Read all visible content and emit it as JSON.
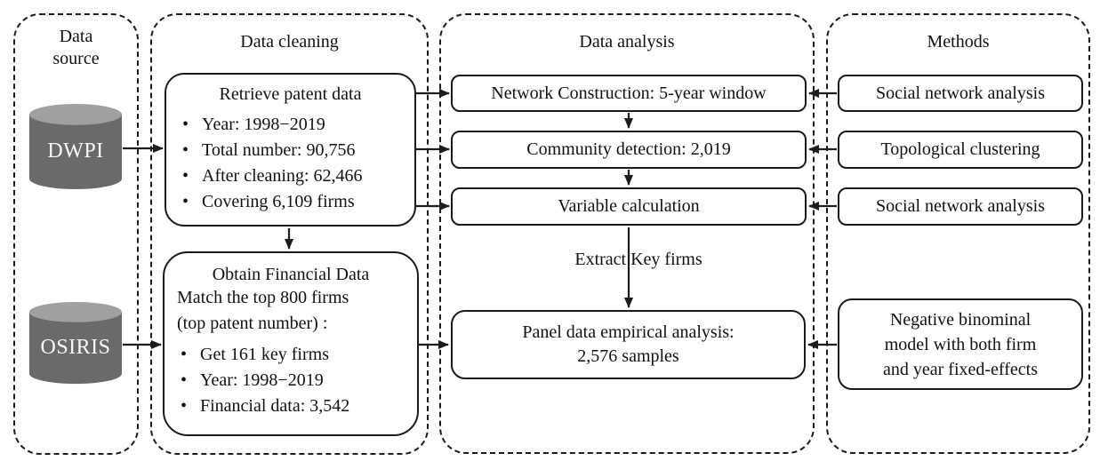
{
  "colors": {
    "line": "#1c1c1c",
    "box_border": "#1a1a1a",
    "cylinder_body": "#6a6a6a",
    "cylinder_top": "#a0a0a0"
  },
  "groups": {
    "data_source": {
      "title": "Data source",
      "databases": {
        "dwpi": "DWPI",
        "osiris": "OSIRIS"
      }
    },
    "data_cleaning": {
      "title": "Data cleaning",
      "retrieve": {
        "title": "Retrieve patent data",
        "bullets": [
          "Year: 1998−2019",
          "Total number: 90,756",
          "After cleaning: 62,466",
          "Covering 6,109 firms"
        ]
      },
      "obtain": {
        "title": "Obtain Financial Data",
        "lines": [
          "Match the top 800 firms",
          "(top patent number) :"
        ],
        "bullets": [
          "Get 161 key firms",
          "Year: 1998−2019",
          "Financial data: 3,542"
        ]
      }
    },
    "data_analysis": {
      "title": "Data analysis",
      "network_box": "Network Construction: 5-year window",
      "community_box": "Community detection: 2,019",
      "variable_box": "Variable calculation",
      "panel_box": {
        "line1": "Panel data empirical analysis:",
        "line2": "2,576 samples"
      },
      "extract_label": "Extract Key firms"
    },
    "methods": {
      "title": "Methods",
      "box1": "Social network analysis",
      "box2": "Topological clustering",
      "box3": "Social network analysis",
      "negbin_box": {
        "line1": "Negative binominal",
        "line2": "model with both firm",
        "line3": "and year fixed-effects"
      }
    }
  }
}
